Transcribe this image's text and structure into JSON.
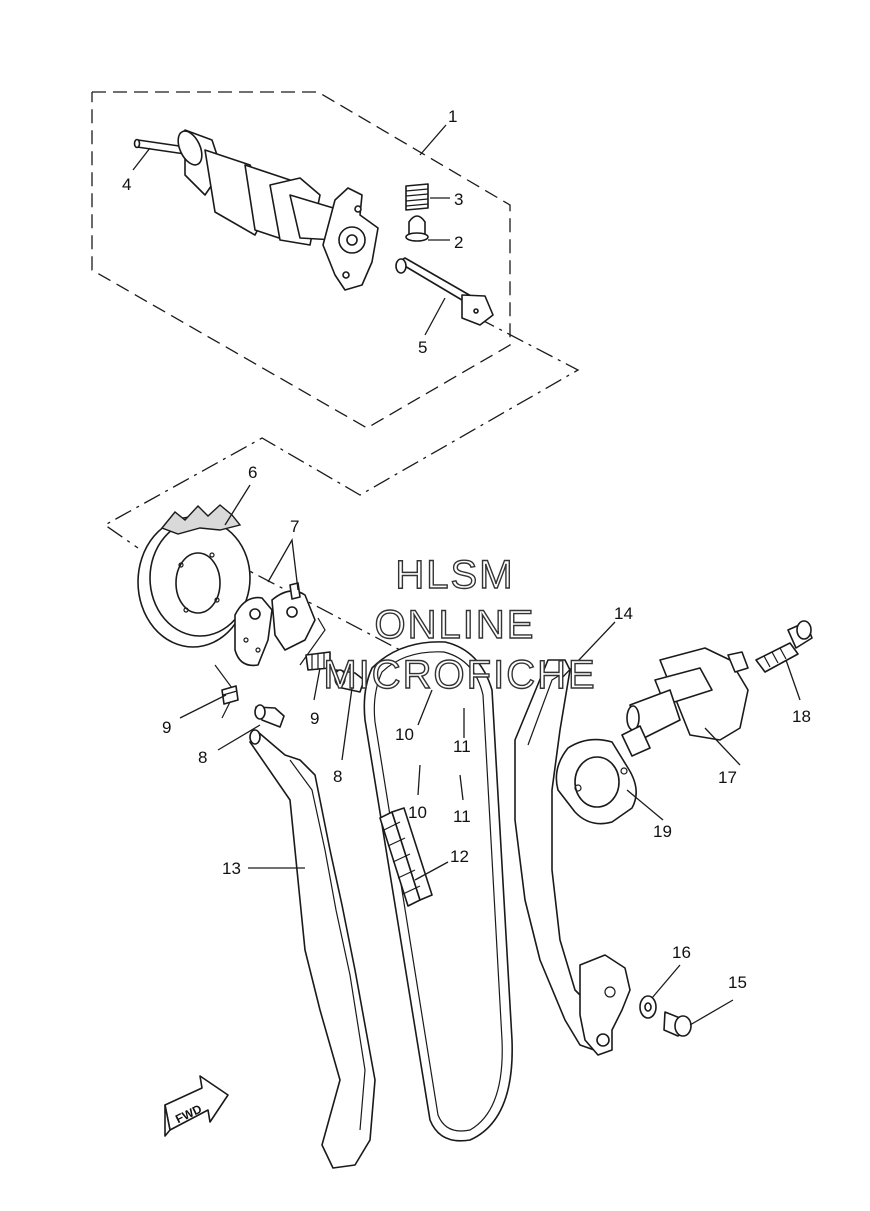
{
  "callouts": {
    "c1": "1",
    "c2": "2",
    "c3": "3",
    "c4": "4",
    "c5": "5",
    "c6": "6",
    "c7": "7",
    "c8a": "8",
    "c8b": "8",
    "c9a": "9",
    "c9b": "9",
    "c10a": "10",
    "c10b": "10",
    "c11a": "11",
    "c11b": "11",
    "c12": "12",
    "c13": "13",
    "c14": "14",
    "c15": "15",
    "c16": "16",
    "c17": "17",
    "c18": "18",
    "c19": "19"
  },
  "watermark": {
    "line1": "HLSM",
    "line2": "ONLINE",
    "line3": "MICROFICHE"
  },
  "fwd_label": "FWD",
  "colors": {
    "ink": "#1a1a1a",
    "background": "#ffffff"
  }
}
